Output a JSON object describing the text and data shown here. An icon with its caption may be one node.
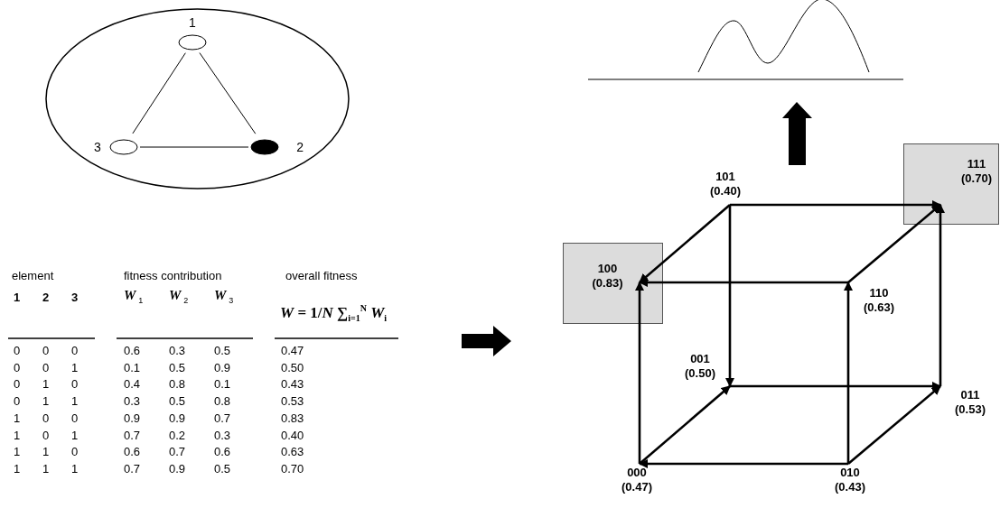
{
  "diagram": {
    "nodes": [
      {
        "text": [],
        "shape": "ellipse"
      },
      {
        "text": [
          "1"
        ],
        "in": 0
      },
      {
        "text": [
          "2"
        ],
        "in": 0
      },
      {
        "text": [
          "3"
        ],
        "in": 0
      },
      {
        "text": [
          "101",
          "(0.40)"
        ]
      },
      {
        "text": [
          "111",
          "(0.70)"
        ]
      },
      {
        "text": [
          "100",
          "(0.83)"
        ]
      },
      {
        "text": [
          "110",
          "(0.63)"
        ]
      },
      {
        "text": [
          "001",
          "(0.50)"
        ]
      },
      {
        "text": [
          "011",
          "(0.53)"
        ]
      },
      {
        "text": [
          "000",
          "(0.47)"
        ]
      },
      {
        "text": [
          "010",
          "(0.43)"
        ]
      }
    ],
    "edges": [
      {
        "from": 1,
        "to": 3,
        "arrow": "none"
      },
      {
        "from": 1,
        "to": 2,
        "arrow": "none"
      },
      {
        "from": 3,
        "to": 2,
        "arrow": "none"
      },
      {
        "from": 4,
        "to": 6,
        "arrow": "to"
      },
      {
        "from": 4,
        "to": 5,
        "arrow": "to"
      },
      {
        "from": 4,
        "to": 8,
        "arrow": "to"
      },
      {
        "from": 7,
        "to": 6,
        "arrow": "to"
      },
      {
        "from": 7,
        "to": 5,
        "arrow": "to"
      },
      {
        "from": 9,
        "to": 5,
        "arrow": "to"
      },
      {
        "from": 10,
        "to": 6,
        "arrow": "to"
      },
      {
        "from": 10,
        "to": 8,
        "arrow": "to"
      },
      {
        "from": 8,
        "to": 9,
        "arrow": "to"
      },
      {
        "from": 11,
        "to": 10,
        "arrow": "to"
      },
      {
        "from": 11,
        "to": 7,
        "arrow": "to"
      },
      {
        "from": 11,
        "to": 9,
        "arrow": "to"
      }
    ],
    "labels": [
      "element",
      "fitness contribution",
      "overall fitness",
      "1",
      "2",
      "3",
      "*W*$_{1}$",
      "*W*$_{2}$",
      "*W*$_{3}$",
      "*W* = 1/*N* ∑$_{i=1}$$^{N}$ *W*$_{i}$",
      "0",
      "0",
      "0",
      "0.6",
      "0.3",
      "0.5",
      "0.47",
      "0",
      "0",
      "1",
      "0.1",
      "0.5",
      "0.9",
      "0.50",
      "0",
      "1",
      "0",
      "0.4",
      "0.8",
      "0.1",
      "0.43",
      "0",
      "1",
      "1",
      "0.3",
      "0.5",
      "0.8",
      "0.53",
      "1",
      "0",
      "0",
      "0.9",
      "0.9",
      "0.7",
      "0.83",
      "1",
      "0",
      "1",
      "0.7",
      "0.2",
      "0.3",
      "0.40",
      "1",
      "1",
      "0",
      "0.6",
      "0.7",
      "0.6",
      "0.63",
      "1",
      "1",
      "1",
      "0.7",
      "0.9",
      "0.5",
      "0.70"
    ]
  }
}
